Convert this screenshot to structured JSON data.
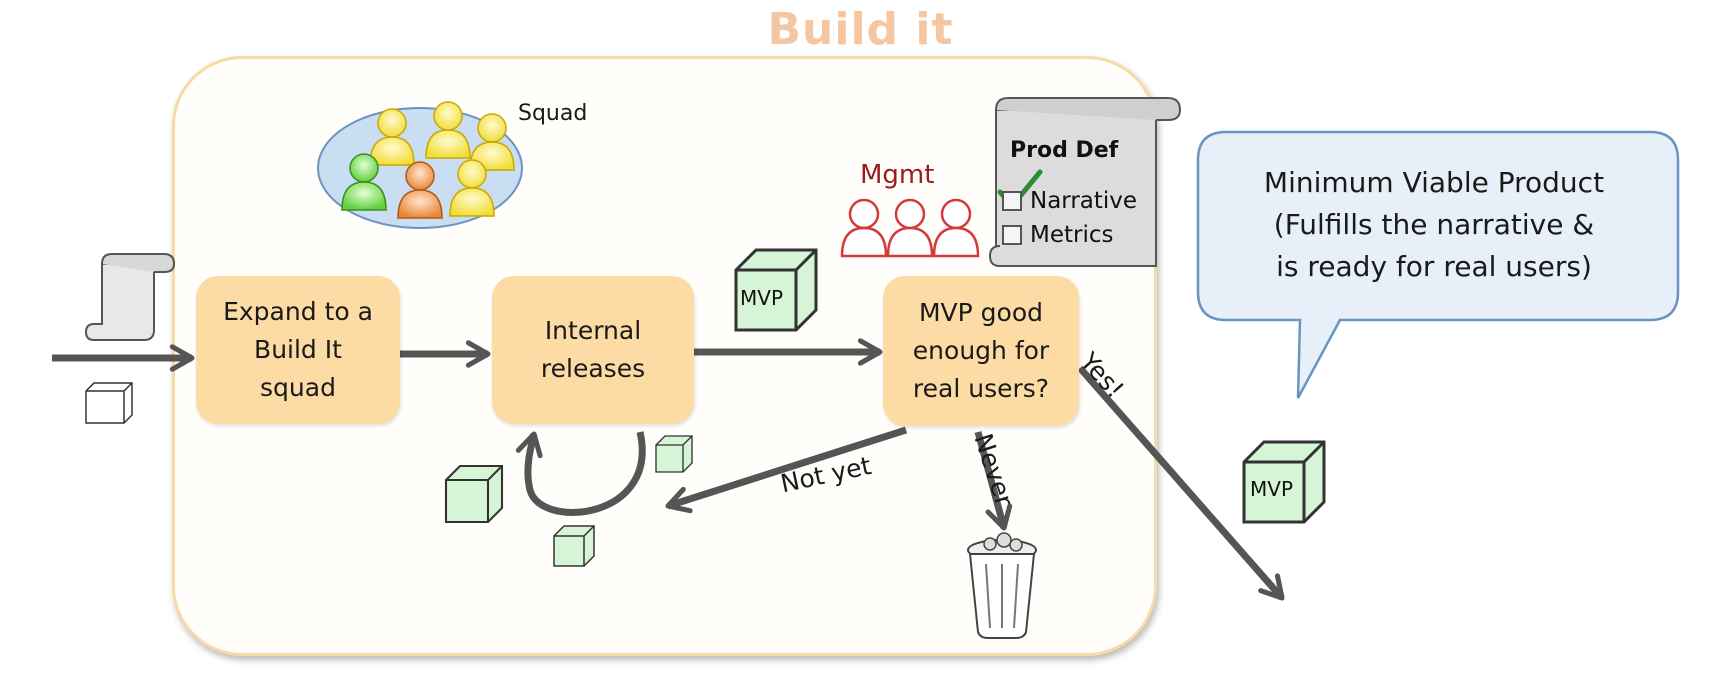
{
  "title": "Build it",
  "squad_label": "Squad",
  "mgmt_label": "Mgmt",
  "steps": [
    {
      "label": "Expand to a\nBuild It\nsquad"
    },
    {
      "label": "Internal\nreleases"
    },
    {
      "label": "MVP good\nenough for\nreal users?"
    }
  ],
  "product_definition": {
    "title": "Prod Def",
    "items": [
      {
        "label": "Narrative",
        "checked": true
      },
      {
        "label": "Metrics",
        "checked": false
      }
    ]
  },
  "edge_labels": {
    "not_yet": "Not yet",
    "never": "Never",
    "yes": "Yes!"
  },
  "mvp_cube_label": "MVP",
  "callout": {
    "text": "Minimum Viable Product\n(Fulfills the narrative &\nis ready for real users)"
  },
  "colors": {
    "title": "#f4c7a2",
    "step_fill": "#fcdca4",
    "frame_border": "#f7dba7",
    "arrow": "#555555",
    "cube_fill": "#d6f5d6",
    "mgmt_red": "#9b1c1c",
    "squad_yellow": "#f5e34a",
    "squad_green": "#5fcf3a",
    "squad_orange": "#e8863a"
  },
  "icons": [
    "document-scroll-icon",
    "cube-icon",
    "people-group-icon",
    "trash-can-icon",
    "checkmark-icon",
    "callout-bubble-icon"
  ]
}
